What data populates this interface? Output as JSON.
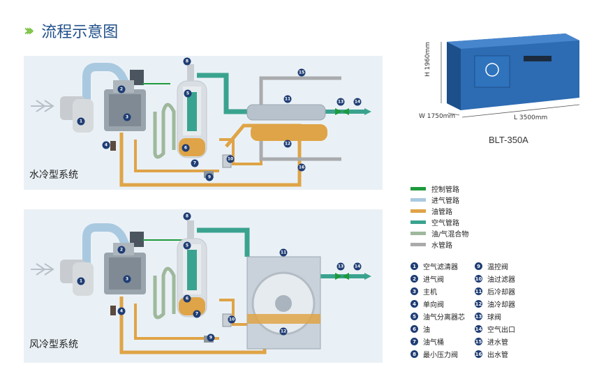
{
  "header": {
    "title": "流程示意图",
    "chevrons": "›››"
  },
  "panels": {
    "water": {
      "caption": "水冷型系统"
    },
    "air": {
      "caption": "风冷型系统"
    }
  },
  "machine": {
    "height": "H 1960mm",
    "width": "W 1750mm",
    "length": "L 3500mm",
    "model": "BLT-350A"
  },
  "legend": [
    {
      "label": "控制管路",
      "color": "#1e9a3c"
    },
    {
      "label": "进气管路",
      "color": "#a9c9e0"
    },
    {
      "label": "油管路",
      "color": "#dfa447"
    },
    {
      "label": "空气管路",
      "color": "#3aa38f"
    },
    {
      "label": "油/气混合物",
      "color": "#9fb89c"
    },
    {
      "label": "水管路",
      "color": "#a9abad"
    }
  ],
  "keys": [
    {
      "n": "1",
      "label": "空气滤清器"
    },
    {
      "n": "9",
      "label": "温控阀"
    },
    {
      "n": "2",
      "label": "进气阀"
    },
    {
      "n": "10",
      "label": "油过滤器"
    },
    {
      "n": "3",
      "label": "主机"
    },
    {
      "n": "11",
      "label": "后冷却器"
    },
    {
      "n": "4",
      "label": "单向阀"
    },
    {
      "n": "12",
      "label": "油冷却器"
    },
    {
      "n": "5",
      "label": "油气分离器芯"
    },
    {
      "n": "13",
      "label": "球阀"
    },
    {
      "n": "6",
      "label": "油"
    },
    {
      "n": "14",
      "label": "空气出口"
    },
    {
      "n": "7",
      "label": "油气桶"
    },
    {
      "n": "15",
      "label": "进水管"
    },
    {
      "n": "8",
      "label": "最小压力阀"
    },
    {
      "n": "16",
      "label": "出水管"
    }
  ],
  "badges": [
    "1",
    "2",
    "3",
    "4",
    "5",
    "6",
    "7",
    "8",
    "9",
    "10",
    "11",
    "12",
    "13",
    "14",
    "15",
    "16"
  ]
}
